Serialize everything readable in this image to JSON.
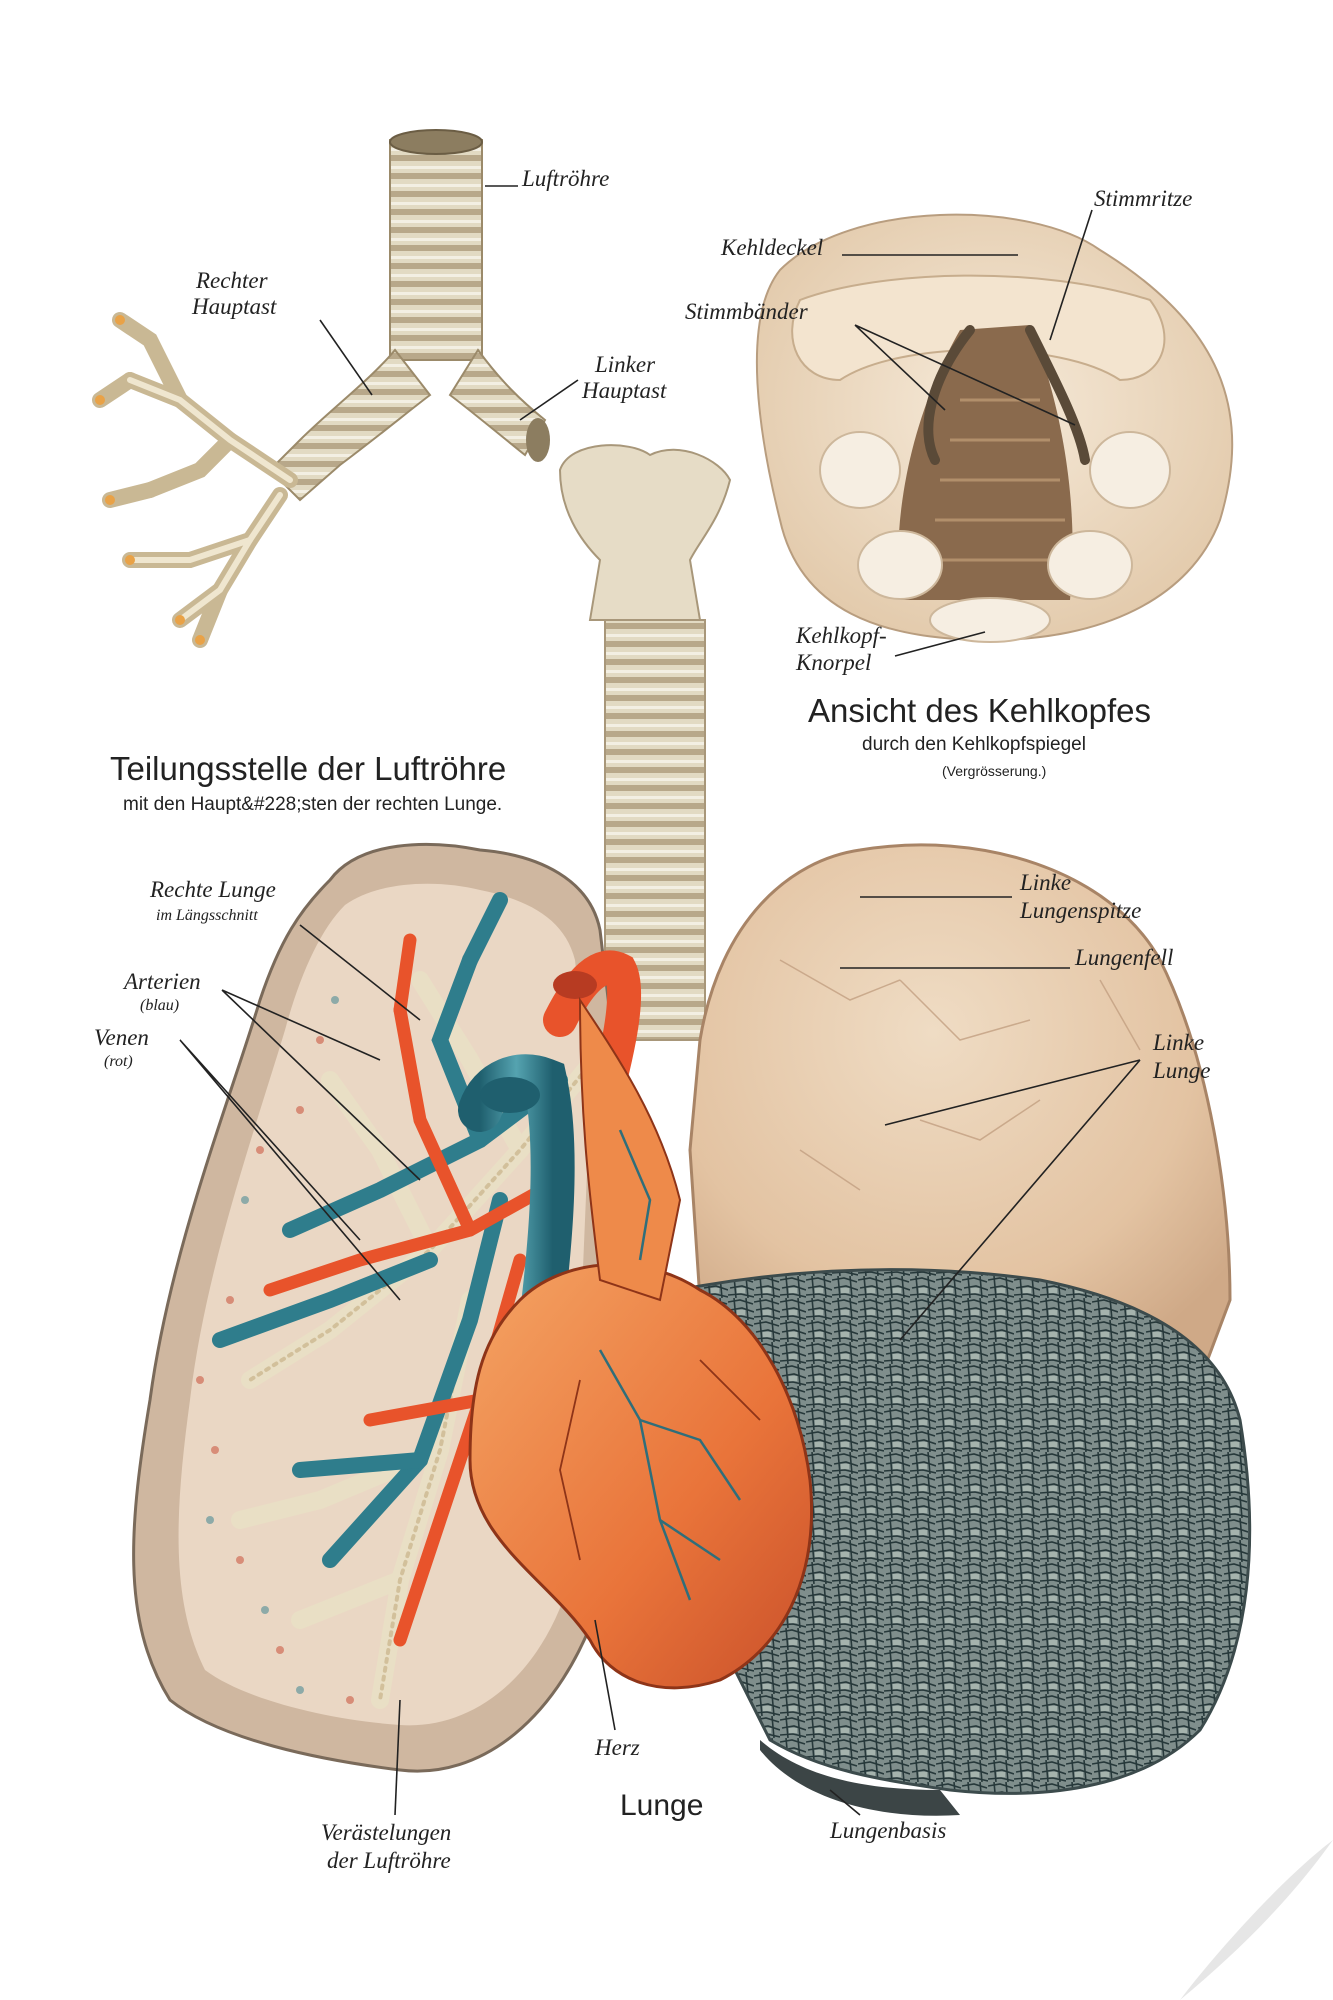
{
  "poster": {
    "trachea_title": "Teilungsstelle der Luftröhre",
    "trachea_subtitle": "mit den Haupt&#228;sten der rechten Lunge.",
    "larynx_title": "Ansicht des Kehlkopfes",
    "larynx_subtitle": "durch den Kehlkopfspiegel",
    "larynx_note": "(Vergrösserung.)",
    "main_caption": "Lunge"
  },
  "labels": {
    "luftroehre": "Luftröhre",
    "rechter_1": "Rechter",
    "rechter_2": "Hauptast",
    "linker_1": "Linker",
    "linker_2": "Hauptast",
    "kehldeckel": "Kehldeckel",
    "stimmritze": "Stimmritze",
    "stimmbaender": "Stimmbänder",
    "kehlkopf_1": "Kehlkopf-",
    "kehlkopf_2": "Knorpel",
    "rechte_lunge_1": "Rechte Lunge",
    "rechte_lunge_2": "im Längsschnitt",
    "arterien_1": "Arterien",
    "arterien_2": "(blau)",
    "venen_1": "Venen",
    "venen_2": "(rot)",
    "linke_spitze_1": "Linke",
    "linke_spitze_2": "Lungenspitze",
    "lungenfell": "Lungenfell",
    "linke_lunge_1": "Linke",
    "linke_lunge_2": "Lunge",
    "herz": "Herz",
    "verastelungen_1": "Verästelungen",
    "verastelungen_2": "der Luftröhre",
    "lungenbasis": "Lungenbasis"
  },
  "colors": {
    "background": "#ffffff",
    "artery_blue": "#2f7d8c",
    "vein_red": "#e8532b",
    "heart_orange": "#ef8a4a",
    "lung_beige": "#e9d2b8",
    "lung_grey": "#6f7f80",
    "cartilage": "#dcd3bd"
  }
}
